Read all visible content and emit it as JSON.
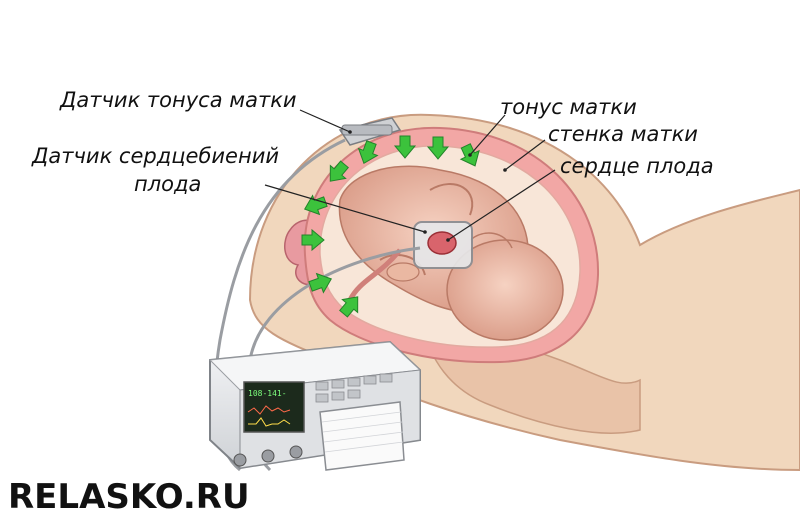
{
  "labels": {
    "uterine_tone_sensor": "Датчик тонуса матки",
    "fetal_heart_sensor_line1": "Датчик сердцебиений",
    "fetal_heart_sensor_line2": "плода",
    "uterine_tone": "тонус матки",
    "uterine_wall": "стенка матки",
    "fetal_heart": "сердце плода"
  },
  "watermark": "RELASKO.RU",
  "monitor": {
    "screen_readout": "108-141-"
  },
  "colors": {
    "arrow": "#3cc23c",
    "uterus_wall": "#f2a7a5",
    "skin": "#f1d7bd",
    "amniotic": "#f8e6d8",
    "fetus": "#eab8a2",
    "monitor_body": "#e7e8ea",
    "screen": "#1c2a1c"
  },
  "icons": [
    "contraction-arrow-icon",
    "sensor-icon",
    "heart-icon"
  ]
}
